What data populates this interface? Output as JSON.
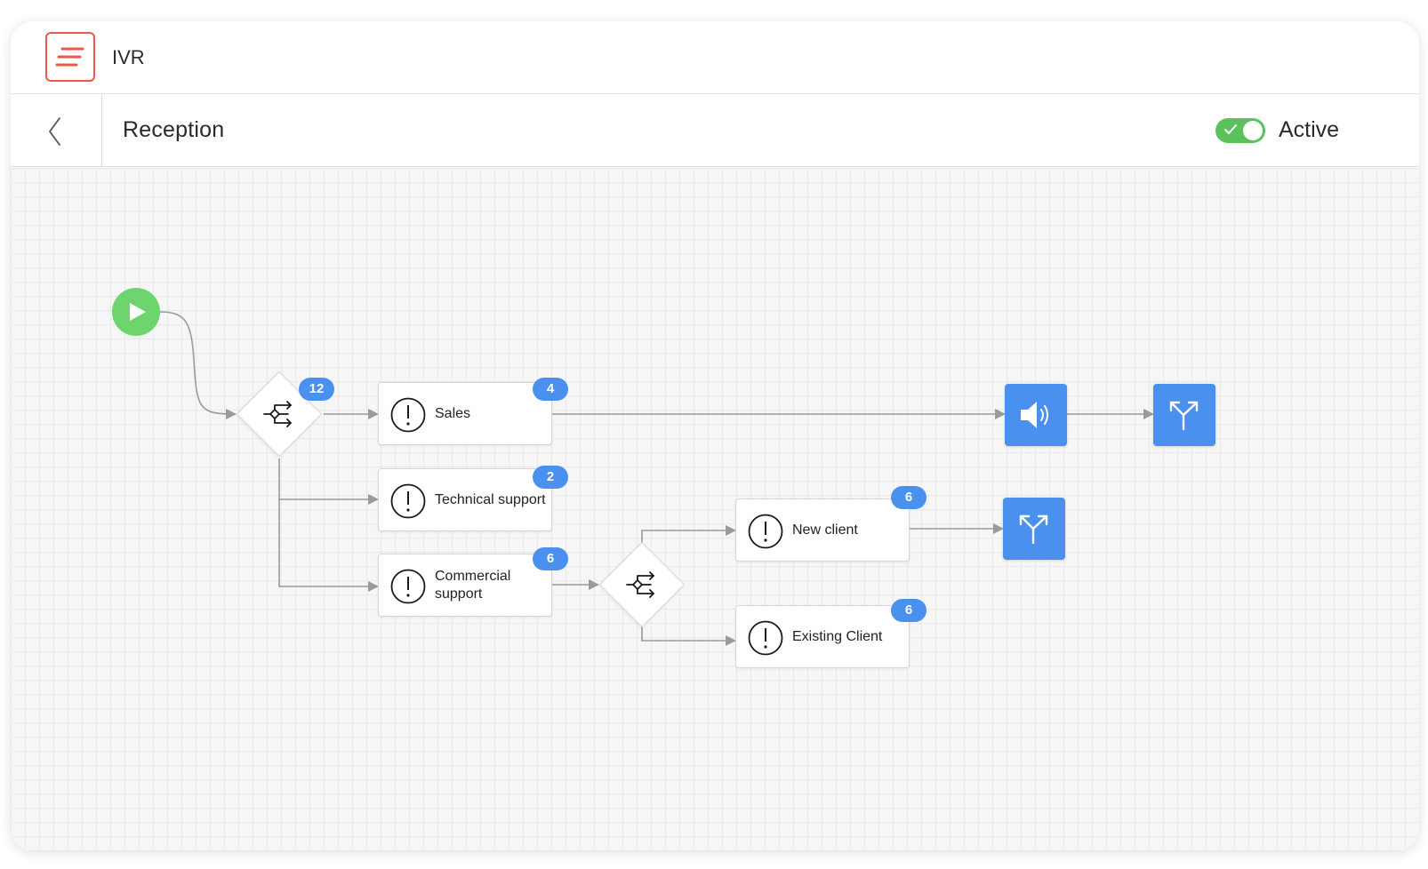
{
  "header": {
    "app_title": "IVR",
    "logo_icon": "menu-lines-logo",
    "brand_color": "#f05549"
  },
  "subheader": {
    "back_icon": "chevron-left-icon",
    "title": "Reception",
    "toggle": {
      "state": "on",
      "label": "Active",
      "color": "#5ac25a"
    }
  },
  "flow": {
    "start_icon": "play-icon",
    "router_main": {
      "icon": "branch-icon",
      "count": "12"
    },
    "router_commercial": {
      "icon": "branch-icon"
    },
    "menu_nodes": [
      {
        "label": "Sales",
        "count": "4",
        "icon": "alert-icon"
      },
      {
        "label": "Technical support",
        "count": "2",
        "icon": "alert-icon"
      },
      {
        "label": "Commercial support",
        "count": "6",
        "icon": "alert-icon"
      },
      {
        "label": "New client",
        "count": "6",
        "icon": "alert-icon"
      },
      {
        "label": "Existing Client",
        "count": "6",
        "icon": "alert-icon"
      }
    ],
    "actions": [
      {
        "icon": "speaker-icon"
      },
      {
        "icon": "split-arrows-icon"
      },
      {
        "icon": "split-arrows-icon"
      }
    ],
    "badge_color": "#4a90ee",
    "action_color": "#4a90ee"
  }
}
